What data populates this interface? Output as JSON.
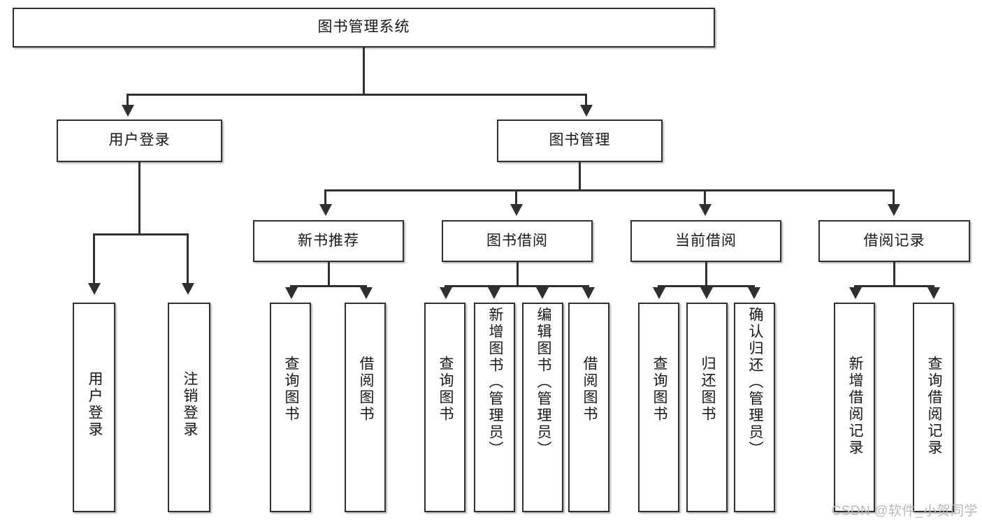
{
  "diagram": {
    "title_node": {
      "label": "图书管理系统"
    },
    "level2": [
      {
        "id": "user-login",
        "label": "用户登录"
      },
      {
        "id": "book-management",
        "label": "图书管理"
      }
    ],
    "level3": [
      {
        "id": "new-book-recommend",
        "label": "新书推荐"
      },
      {
        "id": "book-borrow",
        "label": "图书借阅"
      },
      {
        "id": "current-borrow",
        "label": "当前借阅"
      },
      {
        "id": "borrow-record",
        "label": "借阅记录"
      }
    ],
    "leaves": {
      "user_login": [
        {
          "id": "leaf-user-login",
          "label": "用户登录"
        },
        {
          "id": "leaf-logout-login",
          "label": "注销登录"
        }
      ],
      "new_book_recommend": [
        {
          "id": "leaf-query-book-1",
          "label": "查询图书"
        },
        {
          "id": "leaf-borrow-book-1",
          "label": "借阅图书"
        }
      ],
      "book_borrow": [
        {
          "id": "leaf-query-book-2",
          "label": "查询图书"
        },
        {
          "id": "leaf-add-book",
          "label": "新增图书（管理员）"
        },
        {
          "id": "leaf-edit-book",
          "label": "编辑图书（管理员）"
        },
        {
          "id": "leaf-borrow-book-2",
          "label": "借阅图书"
        }
      ],
      "current_borrow": [
        {
          "id": "leaf-query-book-3",
          "label": "查询图书"
        },
        {
          "id": "leaf-return-book",
          "label": "归还图书"
        },
        {
          "id": "leaf-confirm-return",
          "label": "确认归还（管理员）"
        }
      ],
      "borrow_record": [
        {
          "id": "leaf-add-record",
          "label": "新增借阅记录"
        },
        {
          "id": "leaf-query-record",
          "label": "查询借阅记录"
        }
      ]
    }
  },
  "watermark": {
    "text": "CSDN @软件_小贺同学"
  },
  "colors": {
    "stroke": "#2f2f2f",
    "fill": "#ffffff",
    "text": "#171717",
    "watermark": "#b9b9b9"
  }
}
